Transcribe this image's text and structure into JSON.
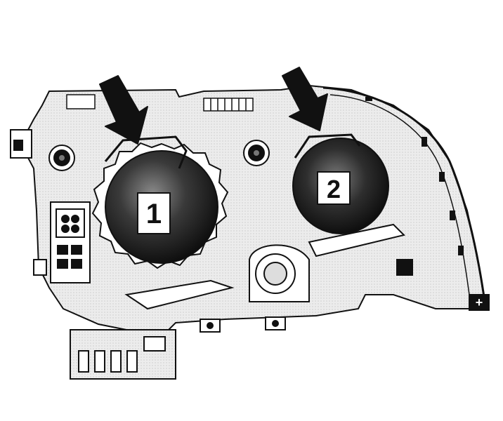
{
  "diagram": {
    "background_color": "#ffffff",
    "ink_color": "#111111",
    "callouts": [
      {
        "id": "1",
        "label": "1"
      },
      {
        "id": "2",
        "label": "2"
      }
    ],
    "arrows": [
      {
        "points_to": "1",
        "icon": "down-arrow-icon"
      },
      {
        "points_to": "2",
        "icon": "down-arrow-icon"
      }
    ],
    "symbols": [
      {
        "name": "plus-symbol",
        "label": "+"
      }
    ]
  }
}
